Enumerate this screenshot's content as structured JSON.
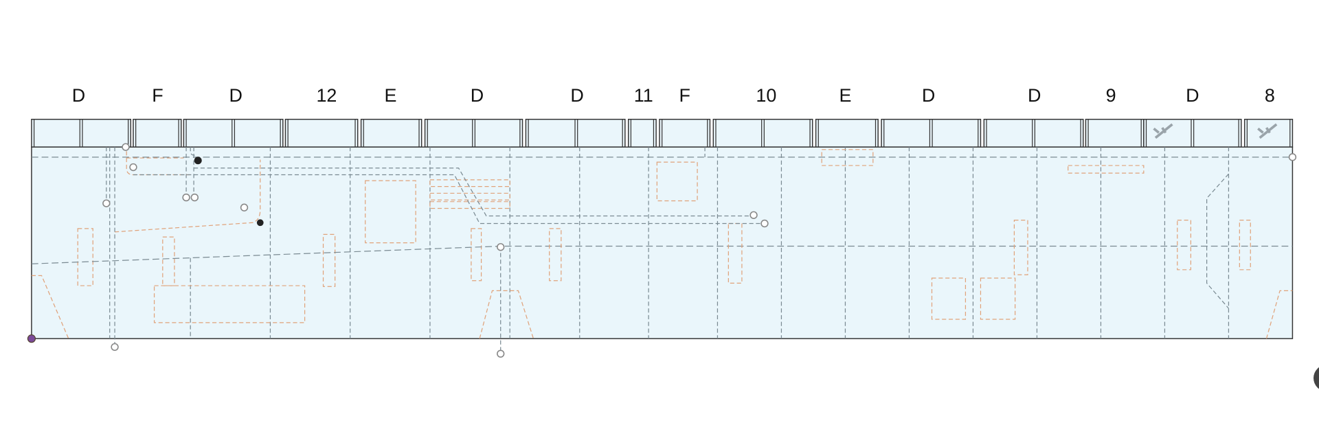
{
  "bay_labels": [
    "D",
    "F",
    "D",
    "12",
    "E",
    "D",
    "D",
    "11",
    "F",
    "10",
    "E",
    "D",
    "D",
    "9",
    "D",
    "8"
  ],
  "colors": {
    "fill": "#eaf6fb",
    "outline": "#333333",
    "grid": "#7a8a92",
    "annotation": "#e0a27a",
    "origin": "#7b4a9a"
  },
  "icons": [
    "stair-icon",
    "stair-icon"
  ]
}
